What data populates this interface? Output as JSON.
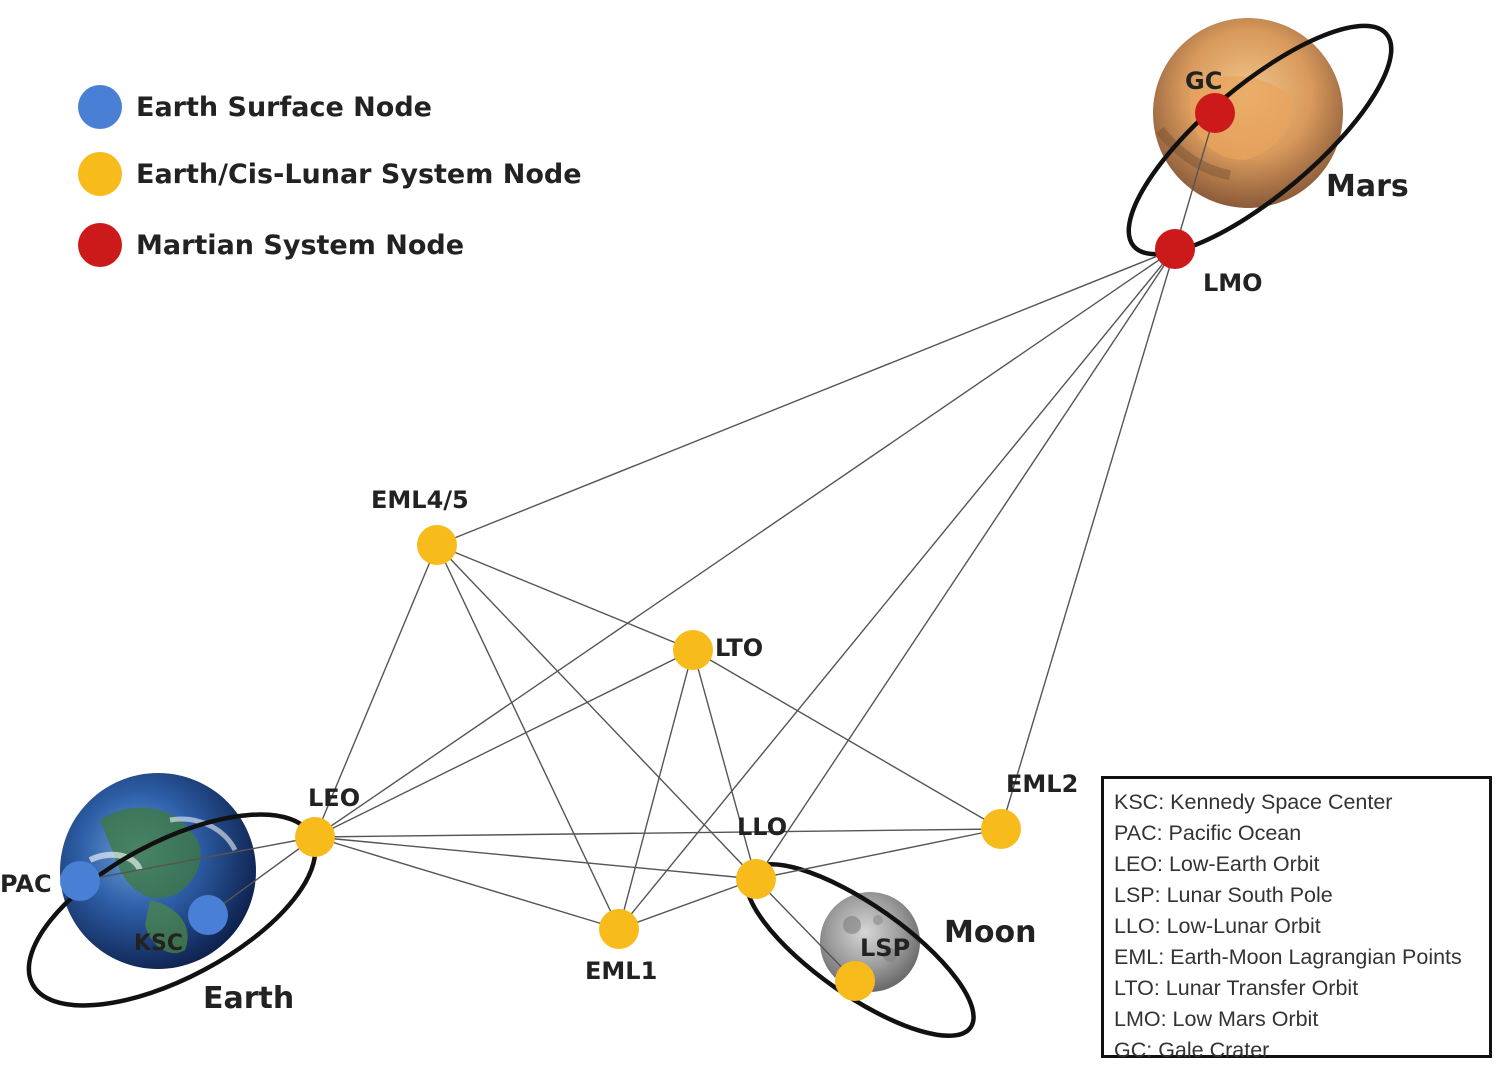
{
  "legend": [
    {
      "label": "Earth Surface Node",
      "color": "#4a7fd6"
    },
    {
      "label": "Earth/Cis-Lunar  System Node",
      "color": "#f7bb1c"
    },
    {
      "label": "Martian  System Node",
      "color": "#cc1a1a"
    }
  ],
  "bodies": {
    "earth": "Earth",
    "moon": "Moon",
    "mars": "Mars"
  },
  "nodes": {
    "pac": "PAC",
    "ksc": "KSC",
    "leo": "LEO",
    "eml45": "EML4/5",
    "lto": "LTO",
    "eml1": "EML1",
    "llo": "LLO",
    "eml2": "EML2",
    "lsp": "LSP",
    "lmo": "LMO",
    "gc": "GC"
  },
  "abbreviations": [
    "KSC: Kennedy Space Center",
    "PAC: Pacific Ocean",
    "LEO: Low-Earth Orbit",
    "LSP: Lunar South  Pole",
    "LLO: Low-Lunar Orbit",
    "EML: Earth-Moon  Lagrangian Points",
    "LTO: Lunar Transfer Orbit",
    "LMO: Low Mars Orbit",
    "GC: Gale Crater"
  ],
  "colors": {
    "earth_surface": "#4a7fd6",
    "cislunar": "#f7bb1c",
    "martian": "#cc1a1a",
    "edge": "#555555",
    "orbit": "#111111"
  }
}
